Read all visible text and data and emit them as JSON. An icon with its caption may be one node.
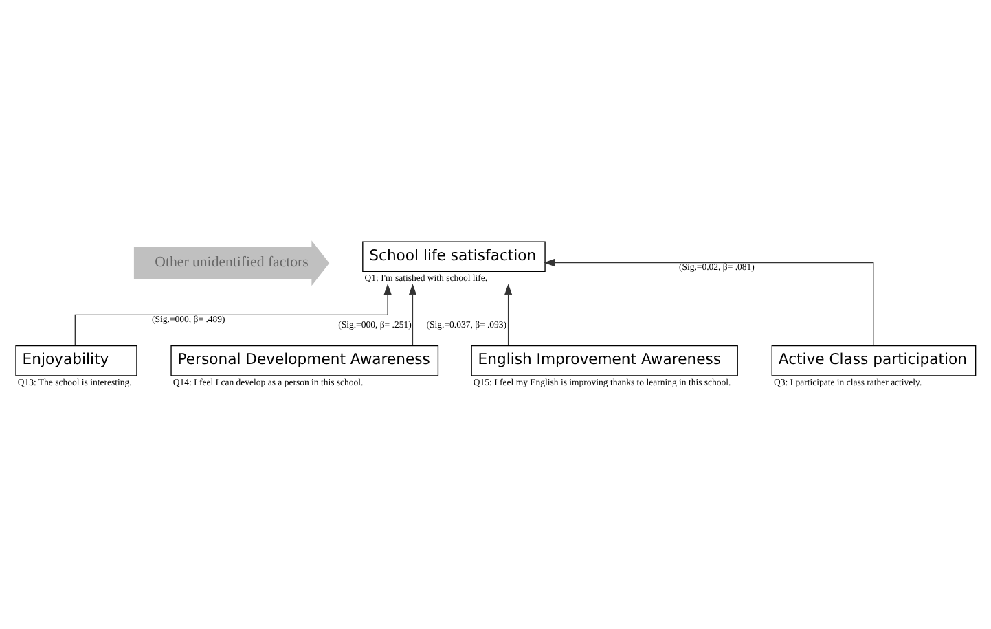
{
  "diagram": {
    "nodes": [
      {
        "text": [
          "Other unidentified factors"
        ]
      },
      {
        "text": [
          "School life satisfaction"
        ],
        "beside": [
          "Q1: I'm satished with school life."
        ]
      },
      {
        "text": [
          "Enjoyability"
        ],
        "beside": [
          "Q13: The school is interesting."
        ]
      },
      {
        "text": [
          "Personal Development Awareness"
        ],
        "beside": [
          "Q14: I feel I can develop as a person in this school."
        ]
      },
      {
        "text": [
          "English Improvement Awareness"
        ],
        "beside": [
          "Q15: I feel my English is improving thanks to learning in this school."
        ]
      },
      {
        "text": [
          "Active Class participation"
        ],
        "beside": [
          "Q3: I participate in class rather actively."
        ]
      }
    ],
    "edges": [
      {
        "from": 2,
        "to": 1,
        "arrow": "to",
        "label": "(Sig.=000, β= .489)"
      },
      {
        "from": 3,
        "to": 1,
        "arrow": "to",
        "label": "(Sig.=000, β= .251)"
      },
      {
        "from": 4,
        "to": 1,
        "arrow": "to",
        "label": "(Sig.=0.037, β= .093)"
      },
      {
        "from": 5,
        "to": 1,
        "arrow": "to",
        "label": "(Sig.=0.02, β= .081)"
      }
    ]
  }
}
